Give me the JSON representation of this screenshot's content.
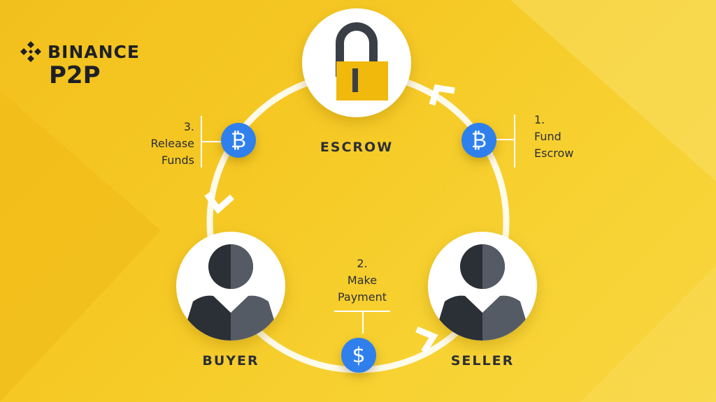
{
  "brand": {
    "name": "BINANCE",
    "product": "P2P"
  },
  "nodes": {
    "escrow": {
      "label": "ESCROW",
      "icon": "padlock-icon"
    },
    "buyer": {
      "label": "BUYER",
      "icon": "user-icon"
    },
    "seller": {
      "label": "SELLER",
      "icon": "user-icon"
    }
  },
  "steps": [
    {
      "number": "1.",
      "line1": "Fund",
      "line2": "Escrow",
      "icon": "bitcoin-icon",
      "glyph": "₿"
    },
    {
      "number": "2.",
      "line1": "Make",
      "line2": "Payment",
      "icon": "dollar-icon",
      "glyph": "$"
    },
    {
      "number": "3.",
      "line1": "Release",
      "line2": "Funds",
      "icon": "bitcoin-icon",
      "glyph": "₿"
    }
  ],
  "colors": {
    "background": "#f6c925",
    "coin": "#2f80ed",
    "text": "#2b2f36",
    "lock_body": "#f0b90b",
    "lock_shackle": "#3a3f47"
  }
}
